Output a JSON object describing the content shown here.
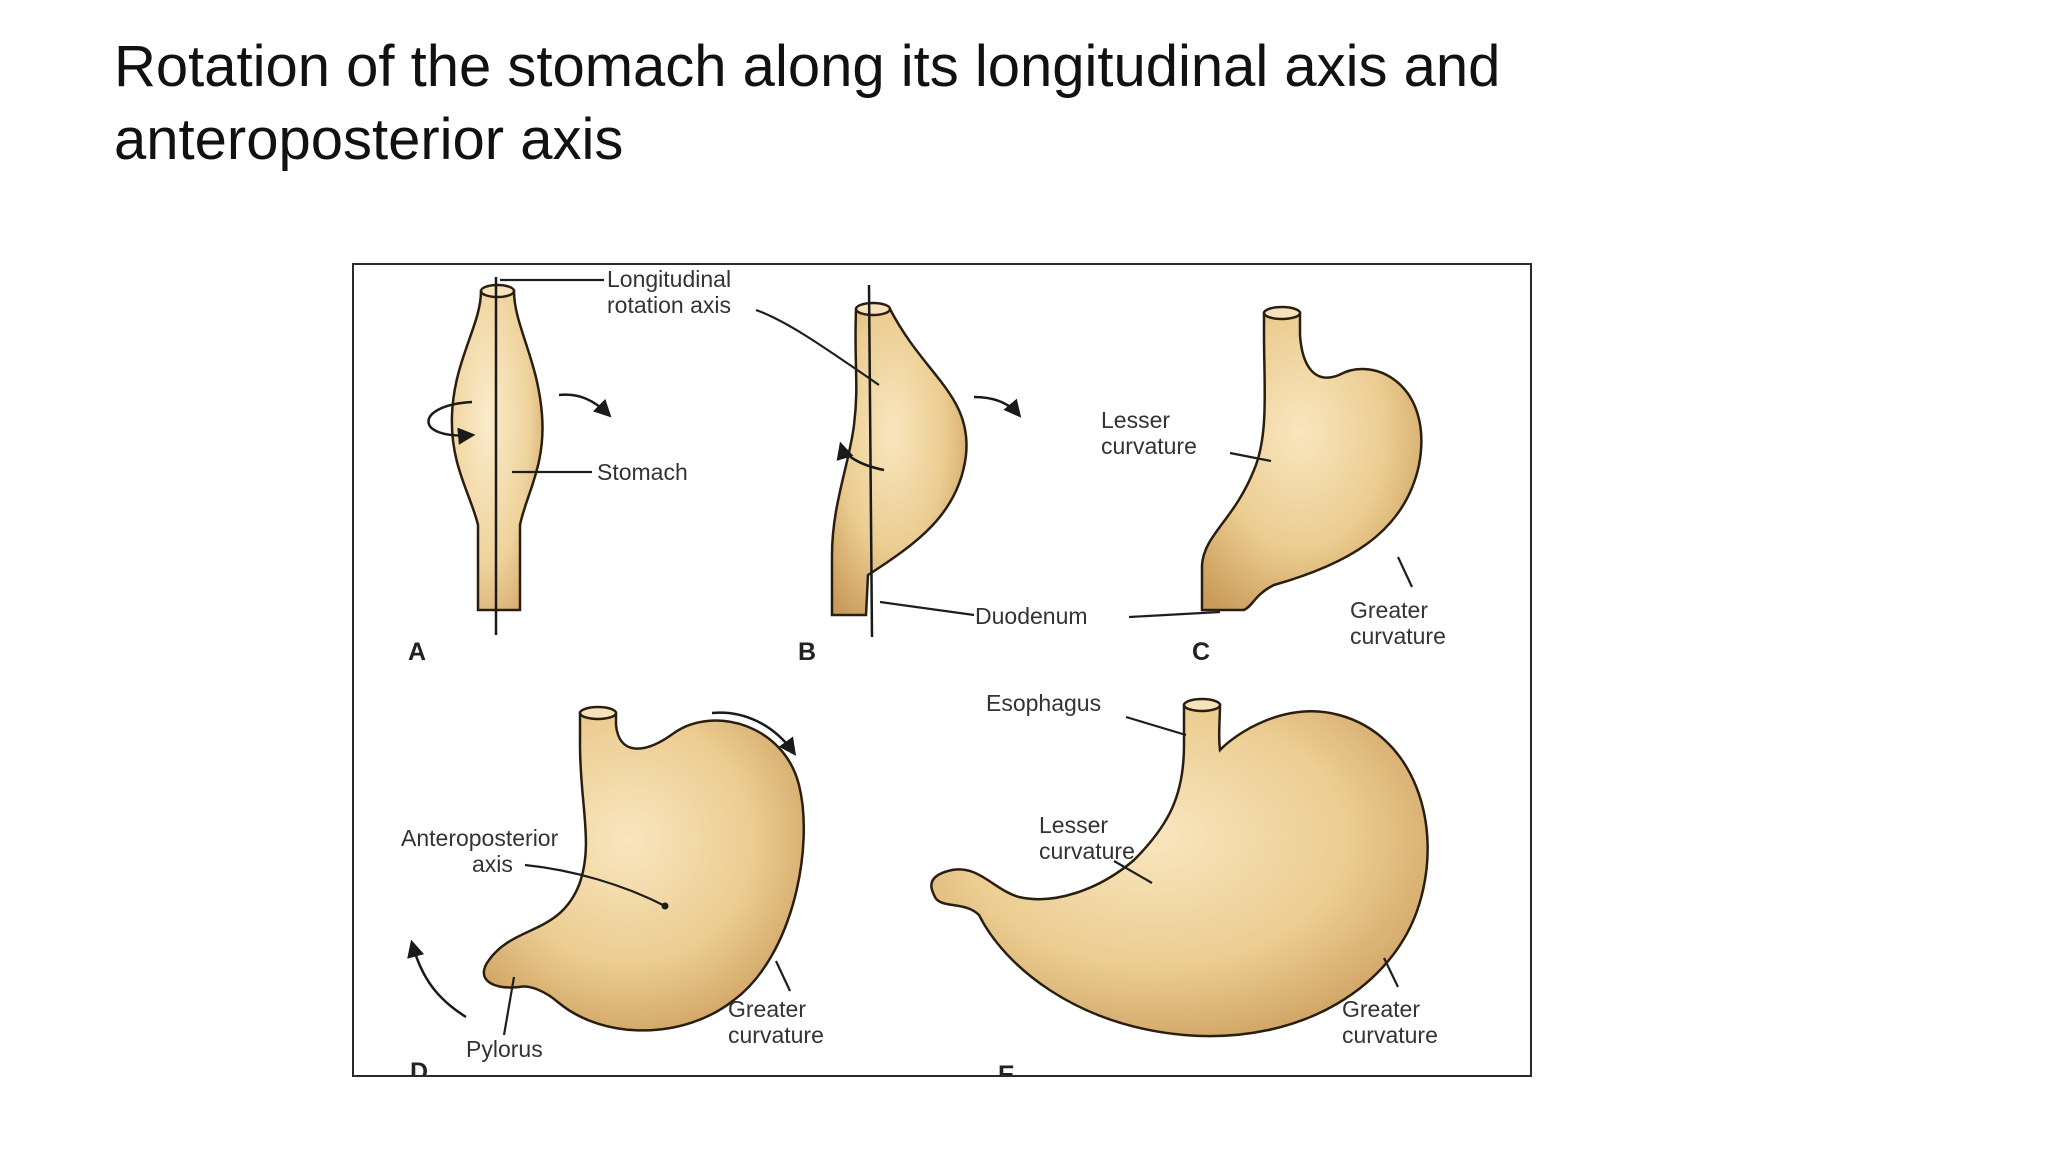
{
  "slide": {
    "title": "Rotation of the stomach along its longitudinal axis and anteroposterior axis"
  },
  "figure": {
    "panels": {
      "a": {
        "letter": "A"
      },
      "b": {
        "letter": "B"
      },
      "c": {
        "letter": "C"
      },
      "d": {
        "letter": "D"
      },
      "e": {
        "letter": "E"
      }
    },
    "labels": {
      "longitudinal_line1": "Longitudinal",
      "longitudinal_line2": "rotation axis",
      "stomach": "Stomach",
      "duodenum": "Duodenum",
      "c_lesser_line1": "Lesser",
      "c_lesser_line2": "curvature",
      "c_greater_line1": "Greater",
      "c_greater_line2": "curvature",
      "anteroposterior_line1": "Anteroposterior",
      "anteroposterior_line2": "axis",
      "pylorus": "Pylorus",
      "d_greater_line1": "Greater",
      "d_greater_line2": "curvature",
      "esophagus": "Esophagus",
      "e_lesser_line1": "Lesser",
      "e_lesser_line2": "curvature",
      "e_greater_line1": "Greater",
      "e_greater_line2": "curvature"
    }
  }
}
